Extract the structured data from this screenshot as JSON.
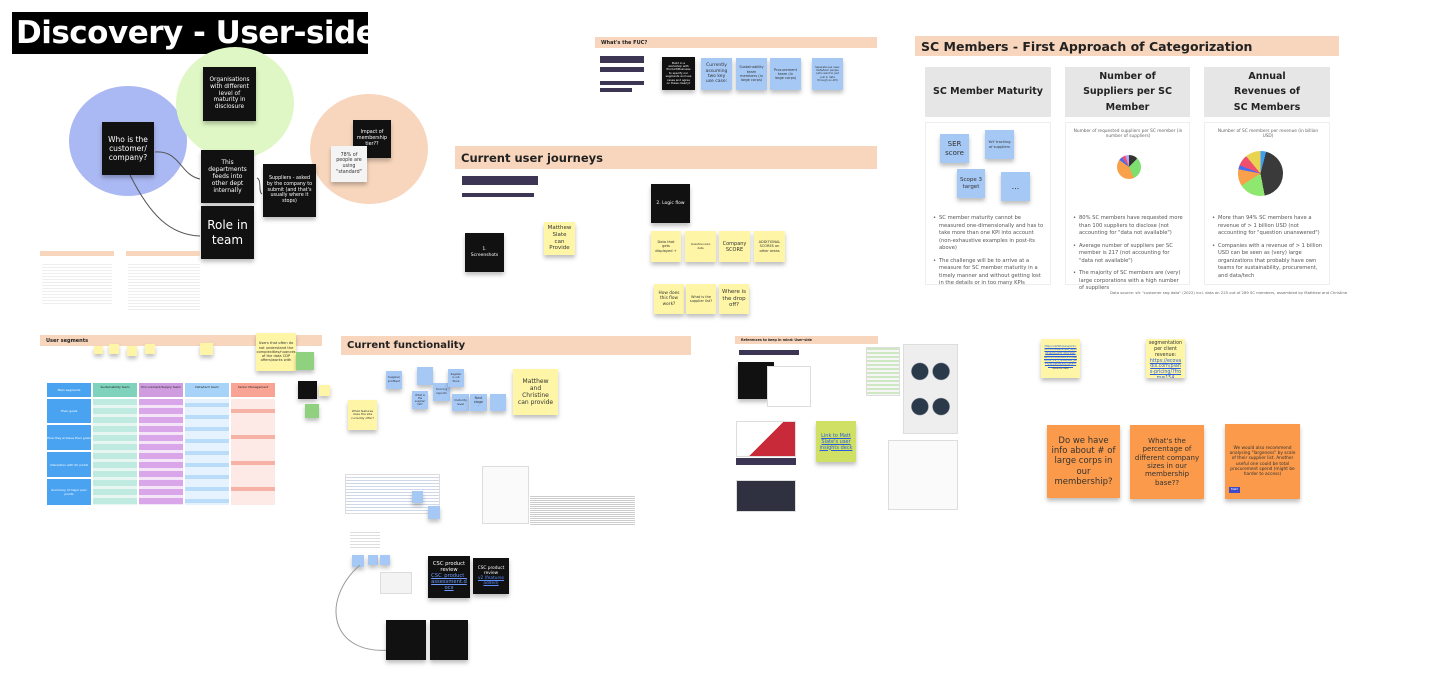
{
  "board": {
    "title": "Discovery - User-side"
  },
  "customer": {
    "who": "Who is the customer/ company?",
    "orgs": "Organisations with different level of maturity in disclosure",
    "depts": "This departments feeds into other dept internally",
    "role": "Role in team",
    "suppliers": "Suppliers - asked by the company to submit (and that's usually where it stops)",
    "impact": "Impact of membership tier??",
    "standard": "78% of people are using \"standard\""
  },
  "fuc": {
    "title": "What's the FUC?",
    "workshop": "Build in a workshop with Product/Business to specify our segments and use cases and agree on these clearly?",
    "assume": "Currently assuming two key use case:",
    "sustain": "Sustainability team members (in large corps)",
    "procure": "Procurement team (in large corps)",
    "separate": "Separate use case: Data/tech people (who want to just pull in data through an API)"
  },
  "journeys": {
    "title": "Current user journeys",
    "screenshots": "1. Screenshots",
    "logic": "2. Logic flow",
    "matthew": "Matthew Slate can Provide",
    "data": "Data that gets displayed +",
    "quest": "Questionnaire data",
    "score": "Company SCORE",
    "additional": "ADDITIONAL SCORES on other areas",
    "how": "How does this flow work?",
    "what": "What is the supplier list?",
    "where": "Where is the drop off?"
  },
  "segments": {
    "title": "User segments",
    "users_note": "Users that often do not understand the complexities/nuances of the data CDP offers/works with",
    "columns": [
      "Sustainability team",
      "Procurement/Supply team",
      "Data/tech team",
      "Senior Management"
    ],
    "rows": [
      "Main segments",
      "Their goals",
      "How they achieve their goals",
      "Interaction with SC portal",
      "Summary of major pain points"
    ]
  },
  "functionality": {
    "title": "Current functionality",
    "features": "What features does the site currently offer?",
    "profiles": "Supplier profiles?",
    "scoring": "Scoring reports",
    "maturity": "maturity level",
    "next": "Next stage -",
    "register": "Register is out there",
    "supplier_list": "What is the supplier list?",
    "provide": "Matthew and Christine can provide",
    "csc1": "CSC product review",
    "csc1_link": "CSC_product_assessment.docx",
    "csc2": "CSC product review",
    "csc2_link": "v2 (features added)"
  },
  "references": {
    "title": "References to keep in mind: User-side",
    "link": "Link to Matt Slate's user insights deck"
  },
  "sc": {
    "title": "SC Members - First Approach of Categorization",
    "cards": [
      "SC Member Maturity",
      "Number of Suppliers per SC Member",
      "Annual Revenues of SC Members"
    ],
    "maturity_notes": [
      "SER score",
      "YoY tracking of suppliers",
      "Scope 3 target",
      "..."
    ],
    "chart1_title": "Number of requested suppliers per SC member (in number of suppliers)",
    "chart2_title": "Number of SC members per revenue (in billion USD)",
    "col1": [
      "SC member maturity cannot be measured one-dimensionally and has to take more than one KPI into account (non-exhaustive examples in post-its above)",
      "The challenge will be to arrive at a measure for SC member maturity in a timely manner and without getting lost in the details or in too many KPIs"
    ],
    "col2": [
      "80% SC members have requested more than 100 suppliers to disclose (not accounting for \"data not available\")",
      "Average number of suppliers per SC member is 217 (not accounting for \"data not available\")",
      "The majority of SC members are (very) large corporations with a high number of suppliers"
    ],
    "col3": [
      "More than 94% SC members have a revenue of > 1 billion USD (not accounting for \"question unanswered\")",
      "Companies with a revenue of > 1 billion USD can be seen as (very) large organizations that probably have own teams for sustainability, procurement, and data/tech"
    ],
    "source": "Data source: sfc \"customer seg data\" (2022) incl. data on 225 out of 289 SC members, assembled by Matthew and Christine"
  },
  "research": {
    "revenue_link": "https://cdp365.sharepoint.com/:x:/r/sites/Europe/_layouts/15/Doc.aspx?sourcedoc=%7BC9C8AA3-7235-4861-B6F0-1FC161C64876%7D&file=01_1.9_5_SCMember_Revenue.xlsx&action=default&mobileredirect=true",
    "revenue_caption": "Revenue data",
    "ecovadis": "EcoVadis's segmentation per client revenue:",
    "ecovadis_link": "https://ecovadis.com/plans-pricing/?from=154",
    "q1": "Do we have info about # of large corps in our membership?",
    "q2": "What's the percentage of different company sizes in our membership base??",
    "q3": "We would also recommend analysing \"largeness\" by scale of their supplier list. Another useful one could be total procurement spend (might be harder to access)",
    "q3_author": "Matt"
  },
  "colors": {
    "header_bar": "#f8d6bd",
    "sticky_yellow": "#fef6a6",
    "sticky_blue": "#a6c8f5",
    "sticky_orange": "#fa9a4a",
    "circle_blue": "#aab8f3",
    "circle_green": "#dff7c5",
    "circle_peach": "#f8d6bd"
  }
}
